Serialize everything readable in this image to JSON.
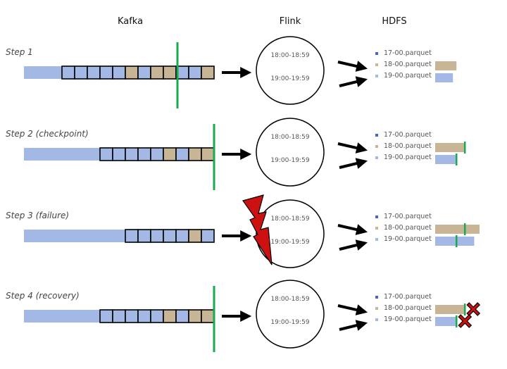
{
  "headers": {
    "kafka": "Kafka",
    "flink": "Flink",
    "hdfs": "HDFS"
  },
  "colors": {
    "hour_18": "#c8b595",
    "hour_19": "#a4b8e6",
    "hour_17": "#4466cc",
    "checkpoint": "#1aa850",
    "failure": "#cc1111"
  },
  "flink_slots": [
    "18:00-18:59",
    "19:00-19:59"
  ],
  "hdfs_files": [
    "17-00.parquet",
    "18-00.parquet",
    "19-00.parquet"
  ],
  "steps": [
    {
      "label": "Step 1",
      "records": [
        "19",
        "19",
        "19",
        "19",
        "19",
        "18",
        "19",
        "18",
        "18",
        "19",
        "19",
        "18"
      ],
      "kafka_checkpoint_after_record": 9,
      "file_18_fill": 0.48,
      "file_19_fill": 0.4,
      "file_18_checkpoint": null,
      "file_19_checkpoint": null,
      "failure": false,
      "discarded": false
    },
    {
      "label": "Step 2 (checkpoint)",
      "records": [
        "19",
        "19",
        "19",
        "19",
        "19",
        "18",
        "19",
        "18",
        "18"
      ],
      "kafka_checkpoint_after_record": 9,
      "file_18_fill": 0.67,
      "file_19_fill": 0.48,
      "file_18_checkpoint": 0.67,
      "file_19_checkpoint": 0.48,
      "failure": false,
      "discarded": false
    },
    {
      "label": "Step 3 (failure)",
      "records": [
        "19",
        "19",
        "19",
        "19",
        "19",
        "18",
        "19"
      ],
      "kafka_checkpoint_after_record": null,
      "file_18_fill": 1.0,
      "file_19_fill": 0.88,
      "file_18_checkpoint": 0.67,
      "file_19_checkpoint": 0.48,
      "failure": true,
      "discarded": false
    },
    {
      "label": "Step 4 (recovery)",
      "records": [
        "19",
        "19",
        "19",
        "19",
        "19",
        "18",
        "19",
        "18",
        "18"
      ],
      "kafka_checkpoint_after_record": 9,
      "file_18_fill": 0.67,
      "file_19_fill": 0.48,
      "file_18_checkpoint": 0.67,
      "file_19_checkpoint": 0.48,
      "failure": false,
      "discarded": true
    }
  ]
}
